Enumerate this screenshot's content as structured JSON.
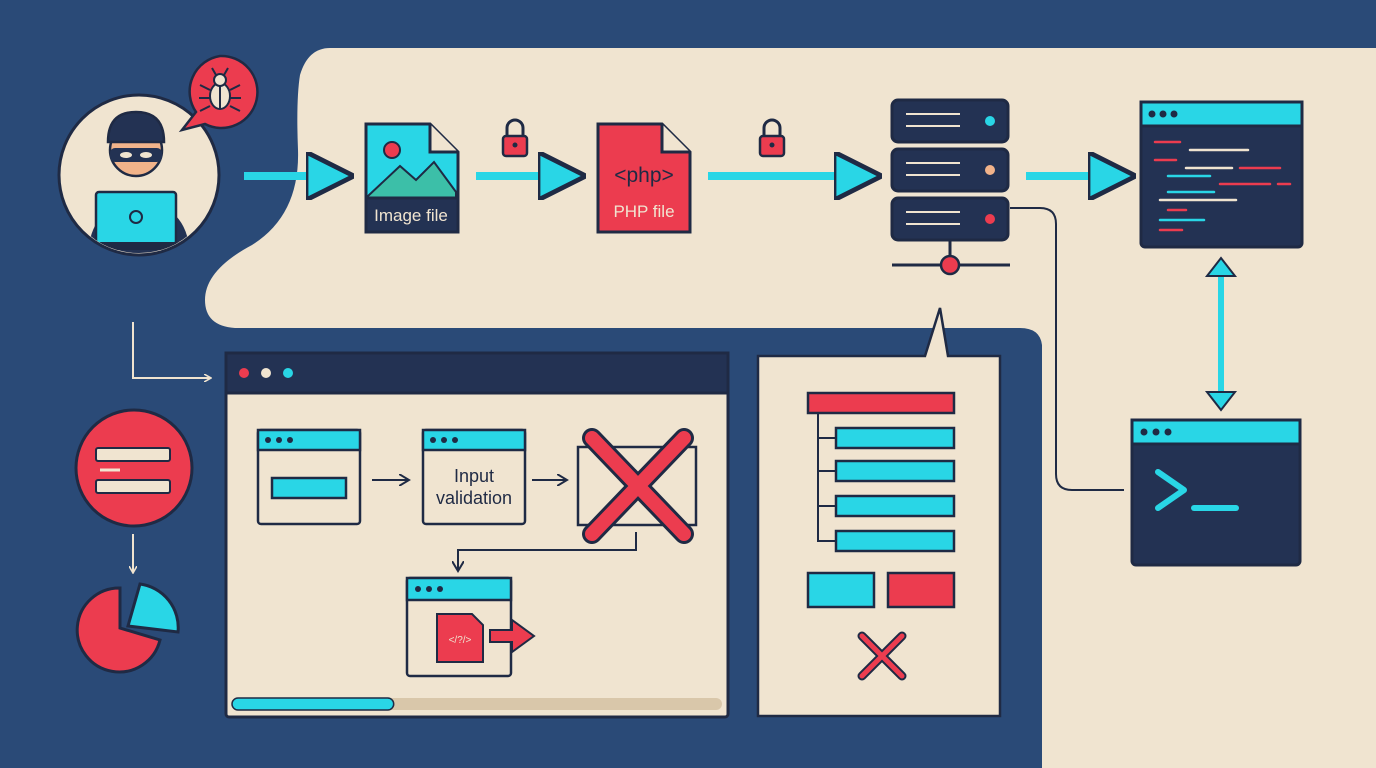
{
  "colors": {
    "background": "#2a4a77",
    "panel": "#f0e4d0",
    "outline": "#1f2a44",
    "dark": "#233253",
    "cyan": "#29d6e6",
    "red": "#ec3c4f",
    "skin": "#f1b38a"
  },
  "icons": {
    "attacker": "hacker-with-laptop-icon",
    "bug": "bug-icon",
    "image_file": "image-file-icon",
    "php_file": "php-file-icon",
    "lock": "padlock-icon",
    "server": "server-stack-icon",
    "code_window": "code-editor-window-icon",
    "terminal": "terminal-prompt-icon",
    "list": "list-icon",
    "pie": "pie-chart-icon",
    "reject": "red-x-icon"
  },
  "labels": {
    "image_file": "Image file",
    "php_tag": "<php>",
    "php_file": "PHP file",
    "input_validation_line1": "Input",
    "input_validation_line2": "validation",
    "small_file_code": "</?/>",
    "terminal_prompt": ">_"
  },
  "upload_progress": 0.33
}
